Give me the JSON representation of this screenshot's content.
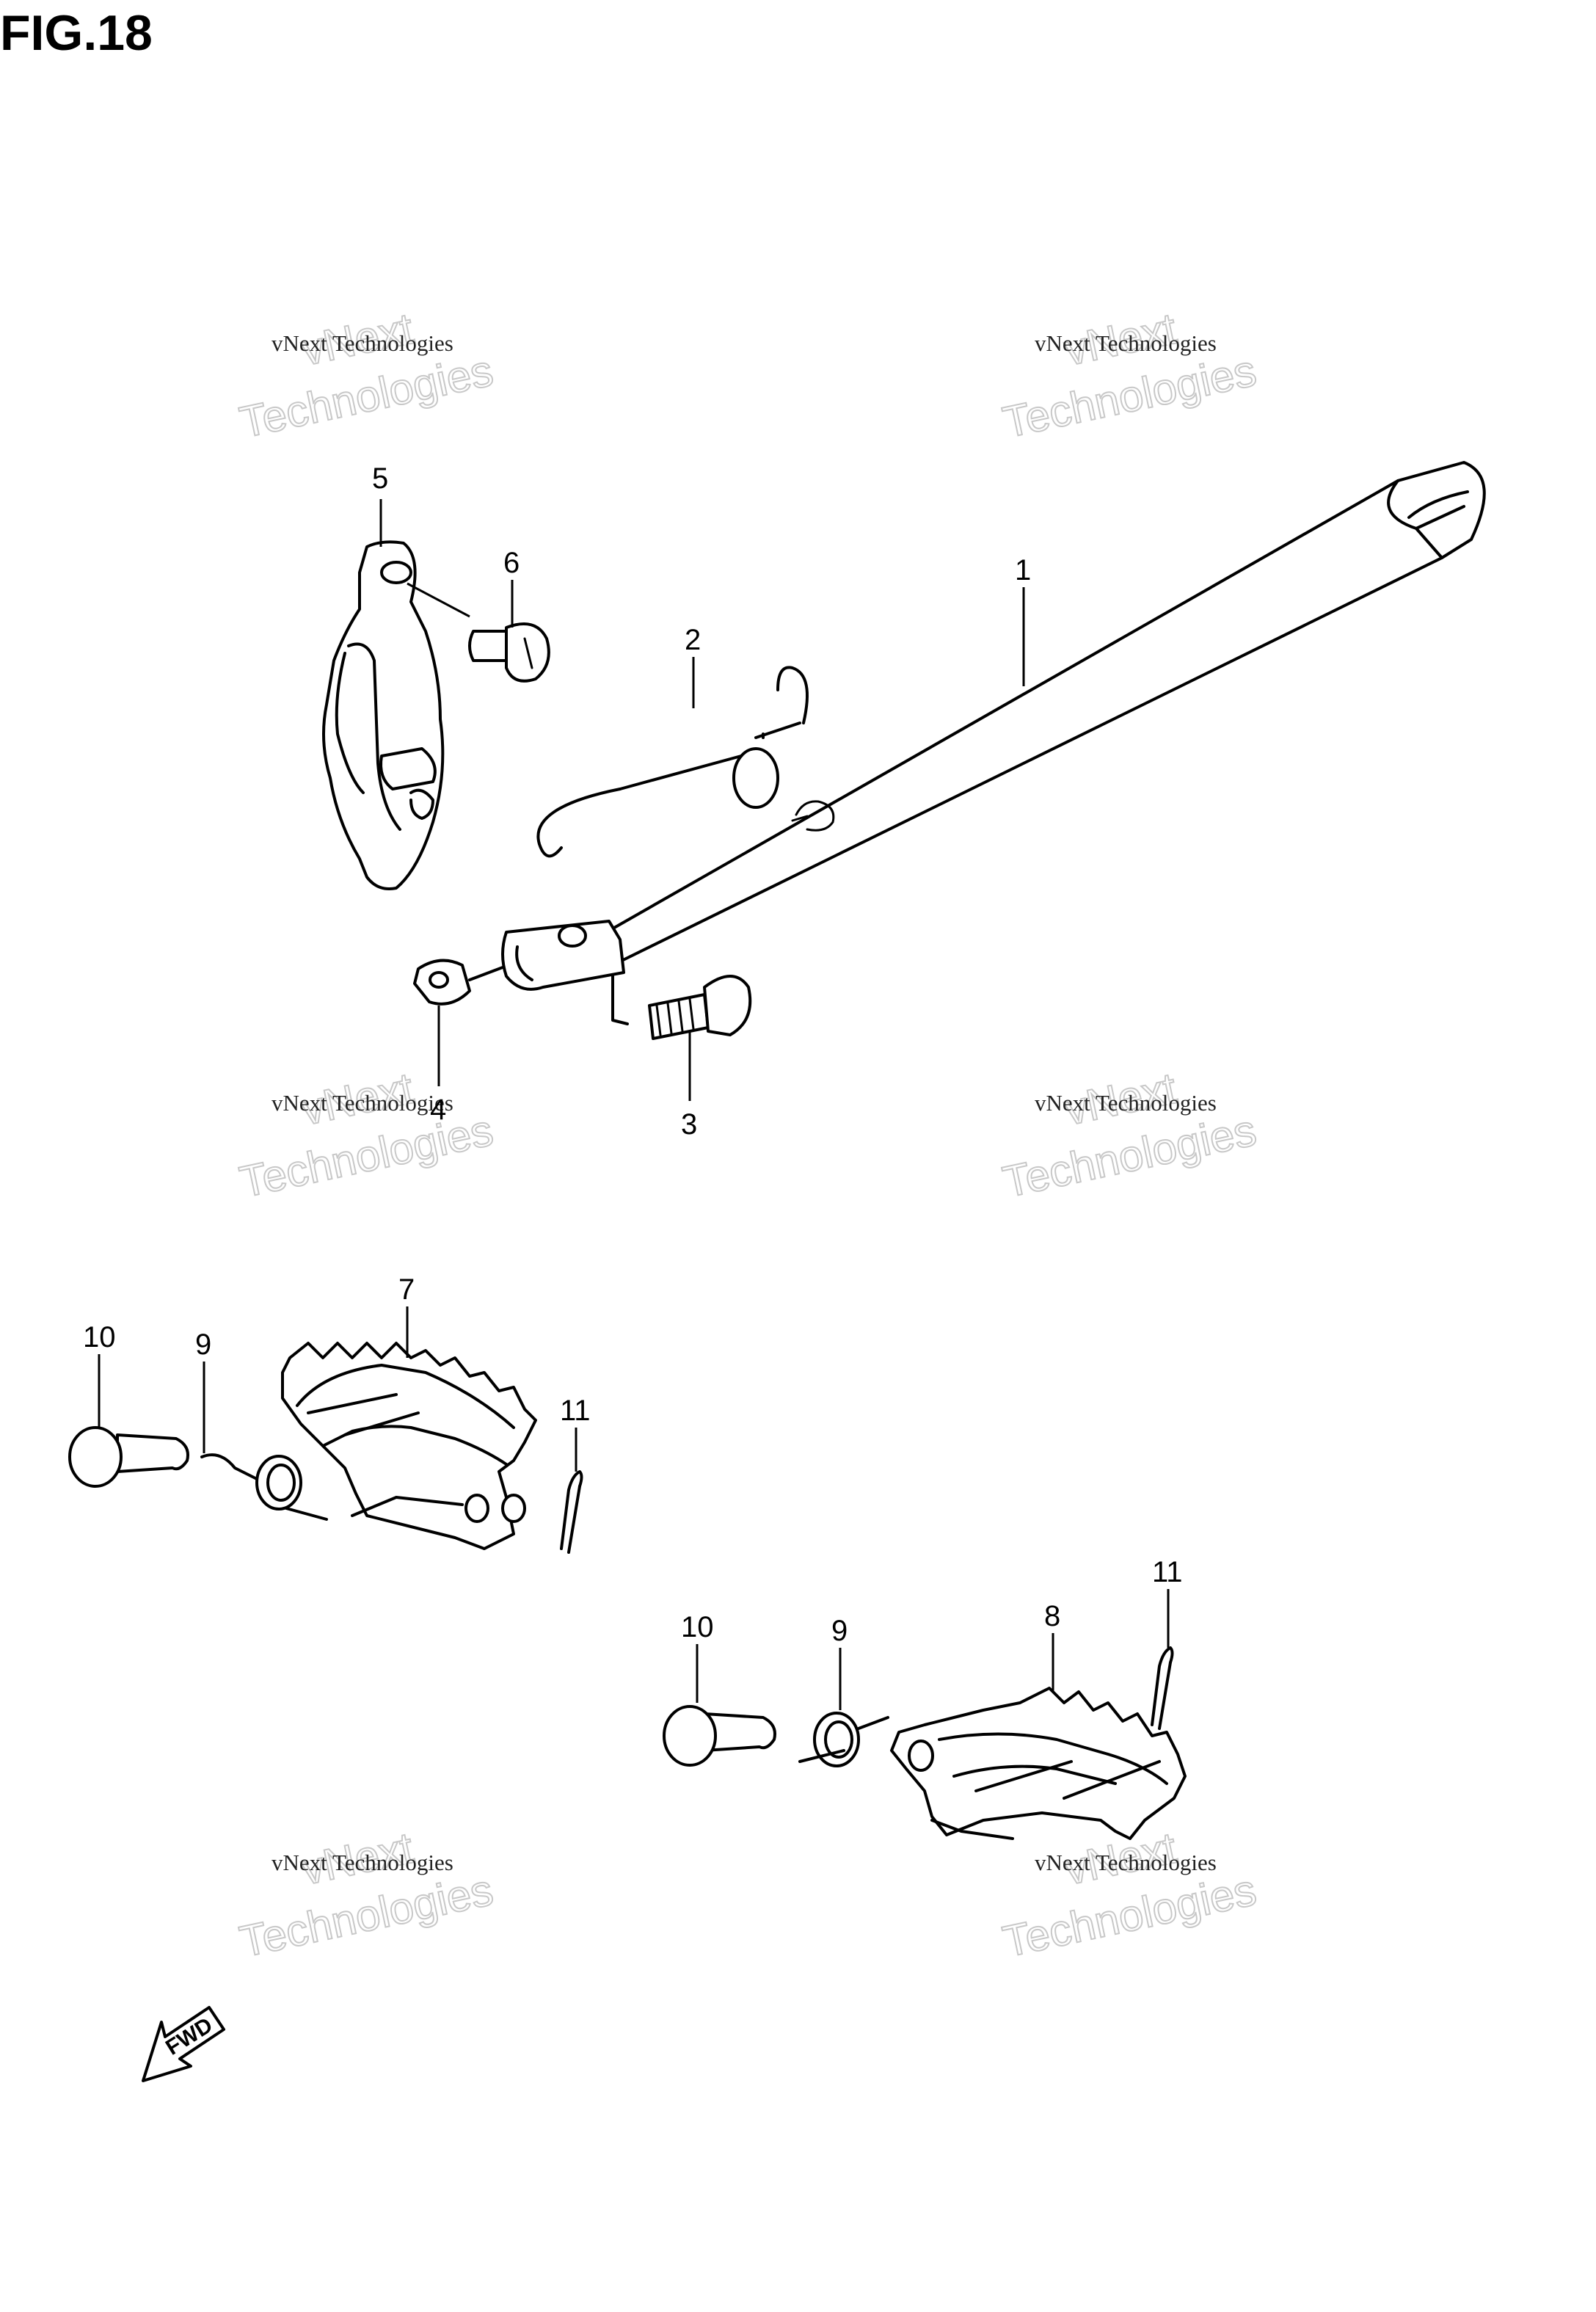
{
  "figure": {
    "title": "FIG.18"
  },
  "callouts": [
    "1",
    "2",
    "3",
    "4",
    "5",
    "6",
    "7",
    "8",
    "9",
    "10",
    "11",
    "9",
    "10",
    "11"
  ],
  "watermark": {
    "line_small": "vNext Technologies",
    "line_big": "Technologies",
    "line_top": "vNext"
  },
  "direction_marker": {
    "label": "FWD"
  }
}
